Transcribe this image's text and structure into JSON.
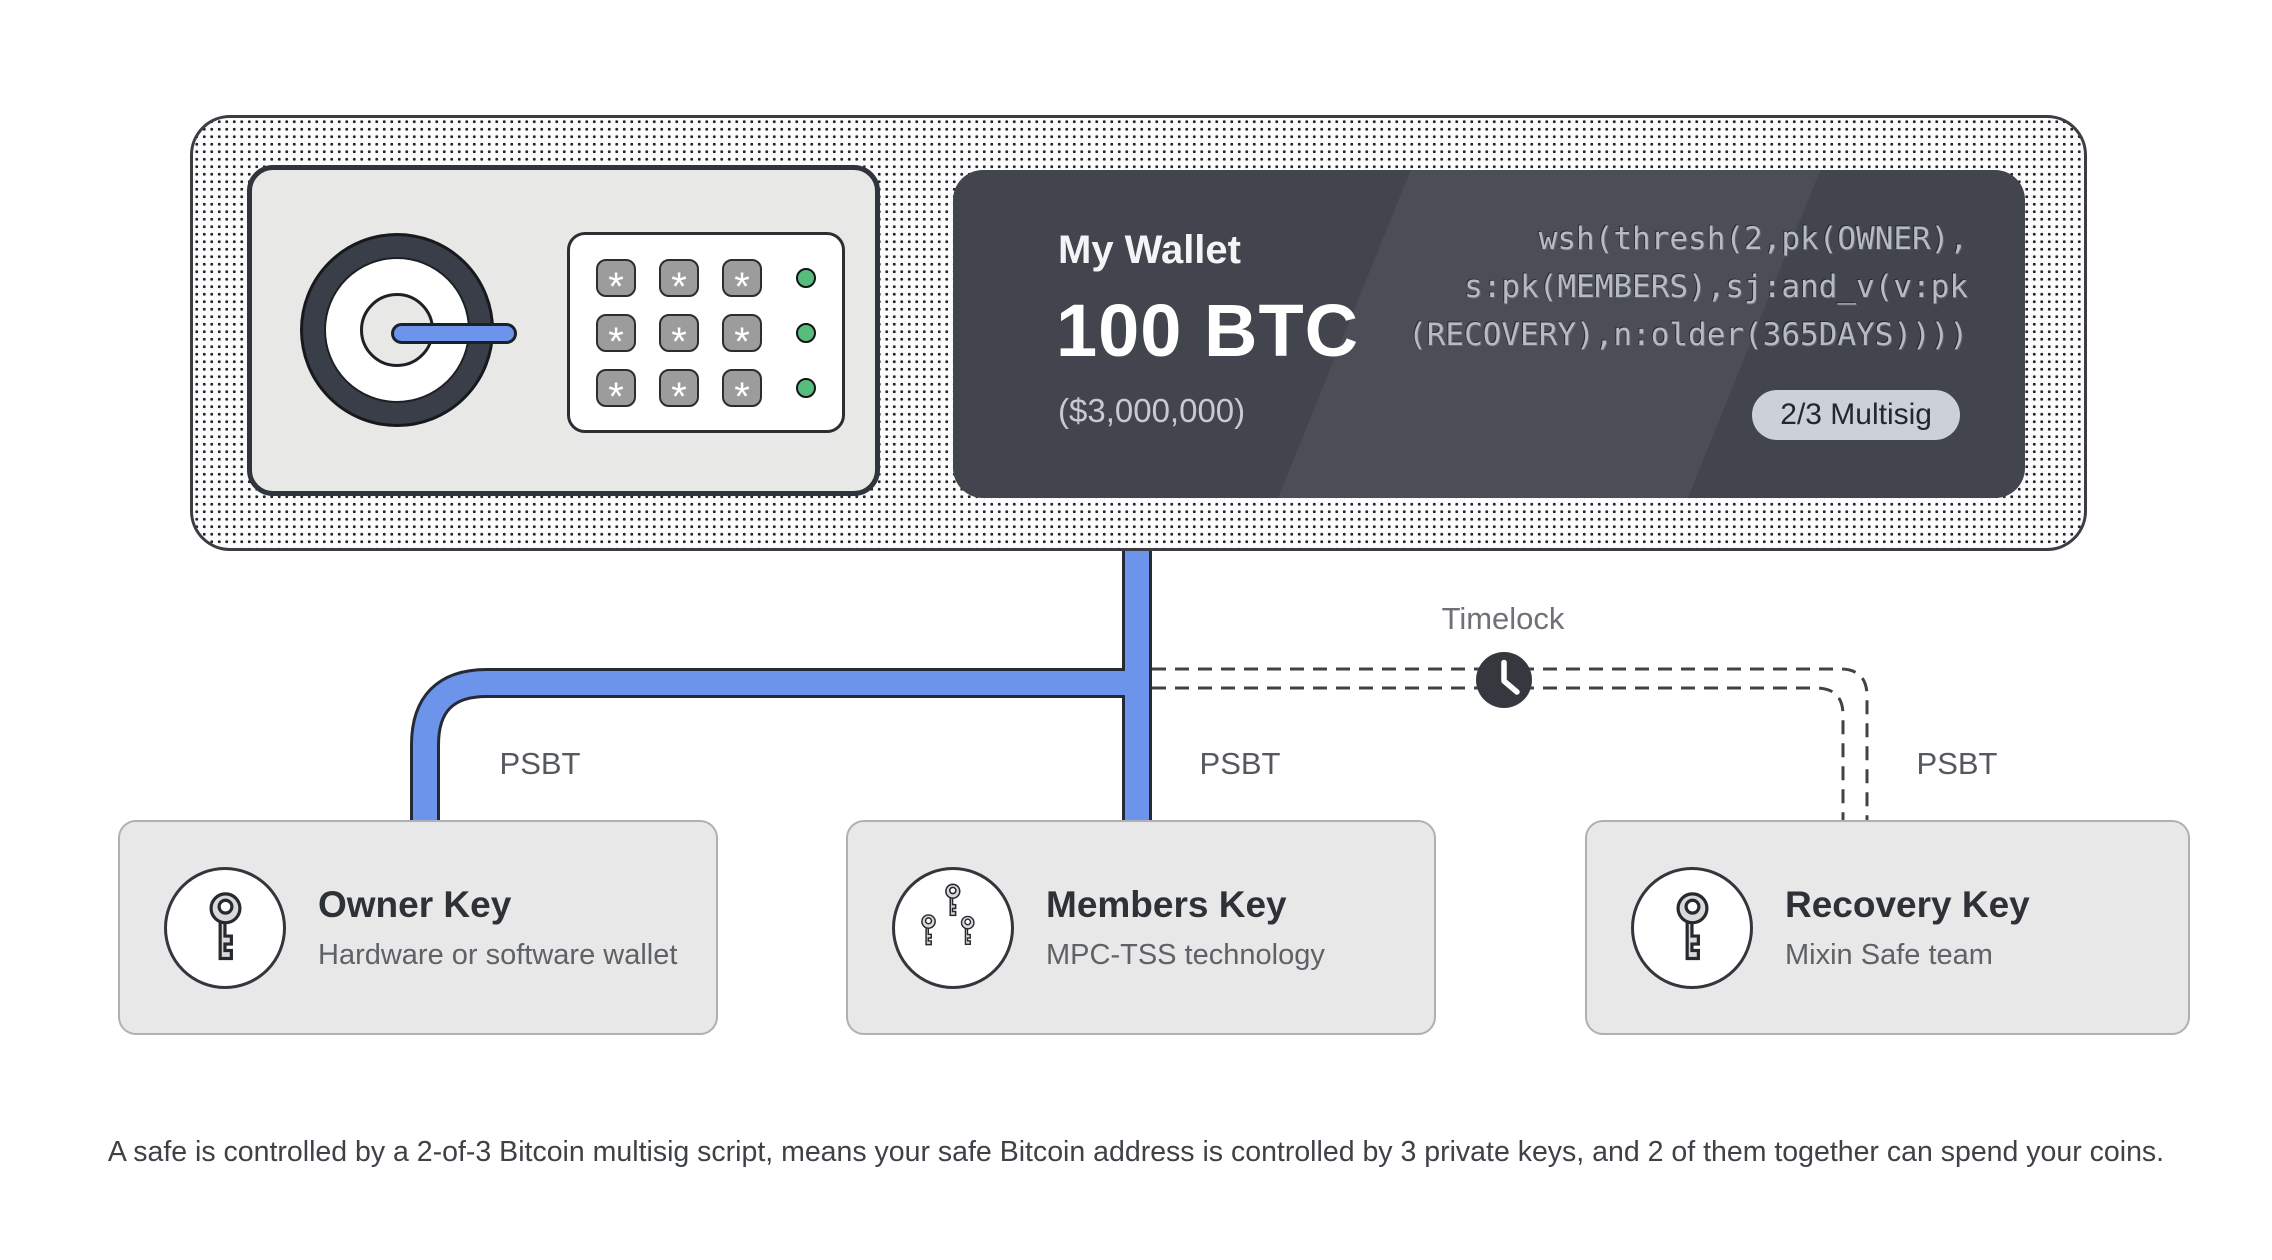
{
  "colors": {
    "accent_blue": "#6b94ea",
    "wallet_card_bg": "#42454e",
    "badge_bg": "#ccd0d8",
    "led_green": "#57bd7d",
    "dashed_line": "#3f4348",
    "card_bg": "#e8e8e8"
  },
  "safe": {
    "keypad_key_symbol": "*"
  },
  "wallet": {
    "title": "My Wallet",
    "balance": "100 BTC",
    "fiat_value": "($3,000,000)",
    "badge": "2/3 Multisig",
    "script_lines": [
      "wsh(thresh(2,pk(OWNER),",
      "s:pk(MEMBERS),sj:and_v(v:pk",
      "(RECOVERY),n:older(365DAYS))))"
    ]
  },
  "timelock_label": "Timelock",
  "psbt_labels": [
    "PSBT",
    "PSBT",
    "PSBT"
  ],
  "key_cards": [
    {
      "title": "Owner Key",
      "subtitle": "Hardware or software wallet",
      "icon": "single-key-icon"
    },
    {
      "title": "Members Key",
      "subtitle": "MPC-TSS technology",
      "icon": "three-keys-icon"
    },
    {
      "title": "Recovery Key",
      "subtitle": "Mixin Safe team",
      "icon": "single-key-icon"
    }
  ],
  "caption": "A safe is controlled by a 2-of-3 Bitcoin multisig script, means your safe Bitcoin address is controlled by 3 private keys, and 2 of them together can spend your coins."
}
